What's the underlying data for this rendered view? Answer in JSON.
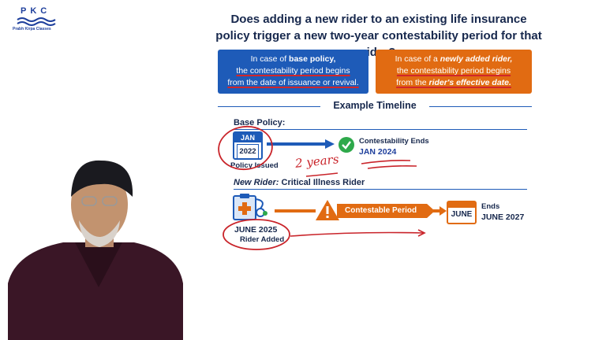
{
  "logo": {
    "letters": "PKC",
    "tagline": "Prabh Kirpa Classes"
  },
  "title": "Does adding a new rider to an existing life insurance policy trigger a new two-year contestability period for that rider?",
  "info_left": {
    "pre": "In case of ",
    "bold": "base policy,",
    "line2": "the contestability period begins",
    "line3": "from the date of issuance or revival."
  },
  "info_right": {
    "pre": "In case of a ",
    "bold": "newly added rider,",
    "line2": "the contestability period begins",
    "line3_pre": "from the ",
    "line3_bold": "rider's effective date."
  },
  "timeline_title": "Example Timeline",
  "base": {
    "label": "Base Policy:",
    "month": "JAN",
    "year": "2022",
    "caption": "Policy Issued",
    "end_label": "Contestability Ends",
    "end_date": "JAN 2024"
  },
  "rider": {
    "label_italic": "New Rider:",
    "label_rest": " Critical Illness Rider",
    "start_date": "JUNE 2025",
    "caption": "Rider Added",
    "period_label": "Contestable Period",
    "end_month": "JUNE",
    "end_label": "Ends",
    "end_date": "JUNE 2027"
  },
  "annotation": "2 years",
  "colors": {
    "blue": "#1e5bb8",
    "orange": "#e16b12",
    "green": "#2ea94b",
    "ink": "#c9242a"
  }
}
